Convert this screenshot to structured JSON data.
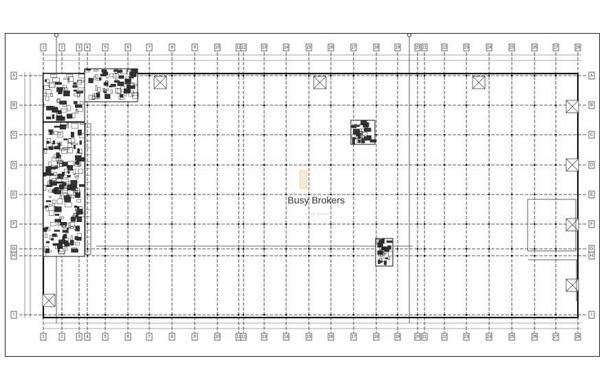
{
  "drawing": {
    "type": "floor-plan",
    "column_labels": [
      "1",
      "2",
      "3",
      "4",
      "5",
      "6",
      "7",
      "8",
      "9",
      "10",
      "11",
      "12",
      "13",
      "14",
      "15",
      "16",
      "17",
      "18",
      "19",
      "20",
      "21",
      "22",
      "23",
      "24",
      "25",
      "26",
      "27",
      "28"
    ],
    "row_labels": [
      "A",
      "B",
      "C",
      "D",
      "E",
      "F",
      "G",
      "H",
      "I"
    ],
    "watermark": {
      "title": "Busy Brokers",
      "subtitle": "REAL ESTATE"
    },
    "colors": {
      "line": "#111111",
      "grid": "#222222",
      "dimension": "#555555",
      "watermark_logo": "#e8dcc0"
    }
  }
}
